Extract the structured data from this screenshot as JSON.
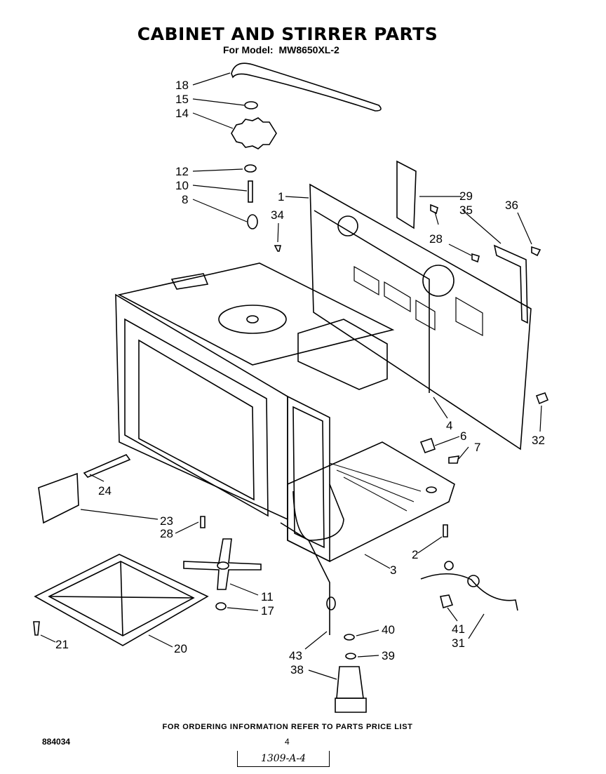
{
  "header": {
    "title": "CABINET AND STIRRER PARTS",
    "model_label": "For Model:",
    "model_number": "MW8650XL-2"
  },
  "callouts": [
    "18",
    "15",
    "14",
    "12",
    "10",
    "8",
    "34",
    "1",
    "29",
    "35",
    "36",
    "28",
    "4",
    "32",
    "6",
    "7",
    "24",
    "23",
    "28",
    "2",
    "3",
    "11",
    "17",
    "21",
    "20",
    "43",
    "40",
    "39",
    "38",
    "41",
    "31"
  ],
  "footer": {
    "ordering_note": "FOR ORDERING INFORMATION REFER TO PARTS PRICE LIST",
    "document_number": "884034",
    "page_number": "4",
    "handwritten_stamp": "1309-A-4"
  }
}
